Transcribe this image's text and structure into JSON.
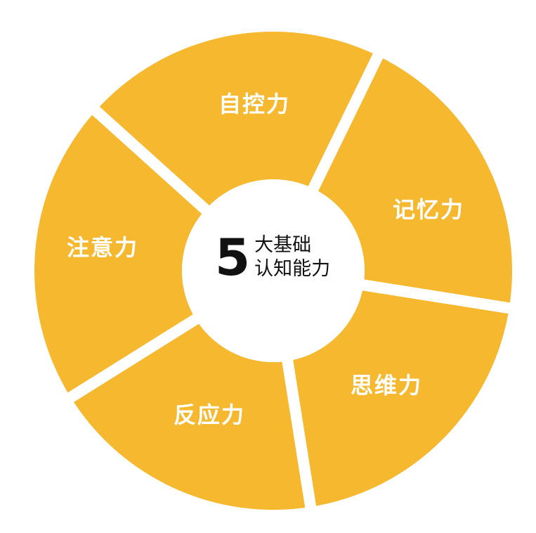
{
  "center": {
    "number": "5",
    "line1": "大基础",
    "line2": "认知能力"
  },
  "segments": [
    {
      "label": "自控力"
    },
    {
      "label": "记忆力"
    },
    {
      "label": "思维力"
    },
    {
      "label": "反应力"
    },
    {
      "label": "注意力"
    }
  ],
  "colors": {
    "segment": "#F5B82E",
    "background": "#FFFFFF",
    "center_text": "#111111",
    "label_text": "#FFFFFF"
  }
}
